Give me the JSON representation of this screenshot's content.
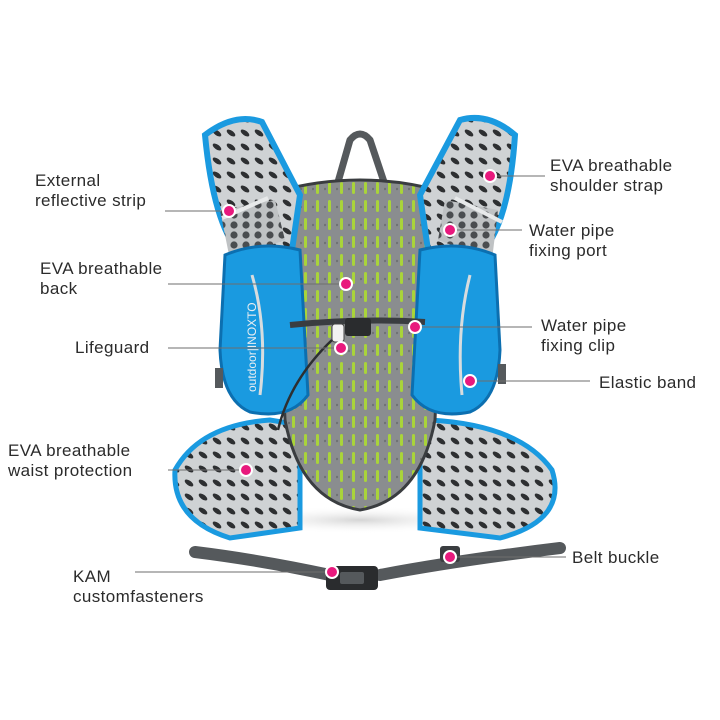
{
  "colors": {
    "accent": "#1a9ae0",
    "accent_dark": "#0c6fb0",
    "marker": "#e8197d",
    "mesh_dark": "#3a3d40",
    "mesh_green": "#9ccc2a",
    "strap_gray": "#55595c",
    "line": "#6e6e6e",
    "text": "#2b2b2b"
  },
  "brand": {
    "text": "outdoor|INOXTO"
  },
  "callouts": [
    {
      "id": "reflective",
      "lines": [
        "External",
        "reflective strip"
      ]
    },
    {
      "id": "eva-back",
      "lines": [
        "EVA breathable",
        "back"
      ]
    },
    {
      "id": "lifeguard",
      "lines": [
        "Lifeguard"
      ]
    },
    {
      "id": "waist",
      "lines": [
        "EVA breathable",
        "waist protection"
      ]
    },
    {
      "id": "kam",
      "lines": [
        "KAM",
        "customfasteners"
      ]
    },
    {
      "id": "shoulder",
      "lines": [
        "EVA breathable",
        "shoulder strap"
      ]
    },
    {
      "id": "pipe-port",
      "lines": [
        "Water pipe",
        "fixing port"
      ]
    },
    {
      "id": "pipe-clip",
      "lines": [
        "Water pipe",
        "fixing clip"
      ]
    },
    {
      "id": "elastic",
      "lines": [
        "Elastic band"
      ]
    },
    {
      "id": "buckle",
      "lines": [
        "Belt buckle"
      ]
    }
  ]
}
